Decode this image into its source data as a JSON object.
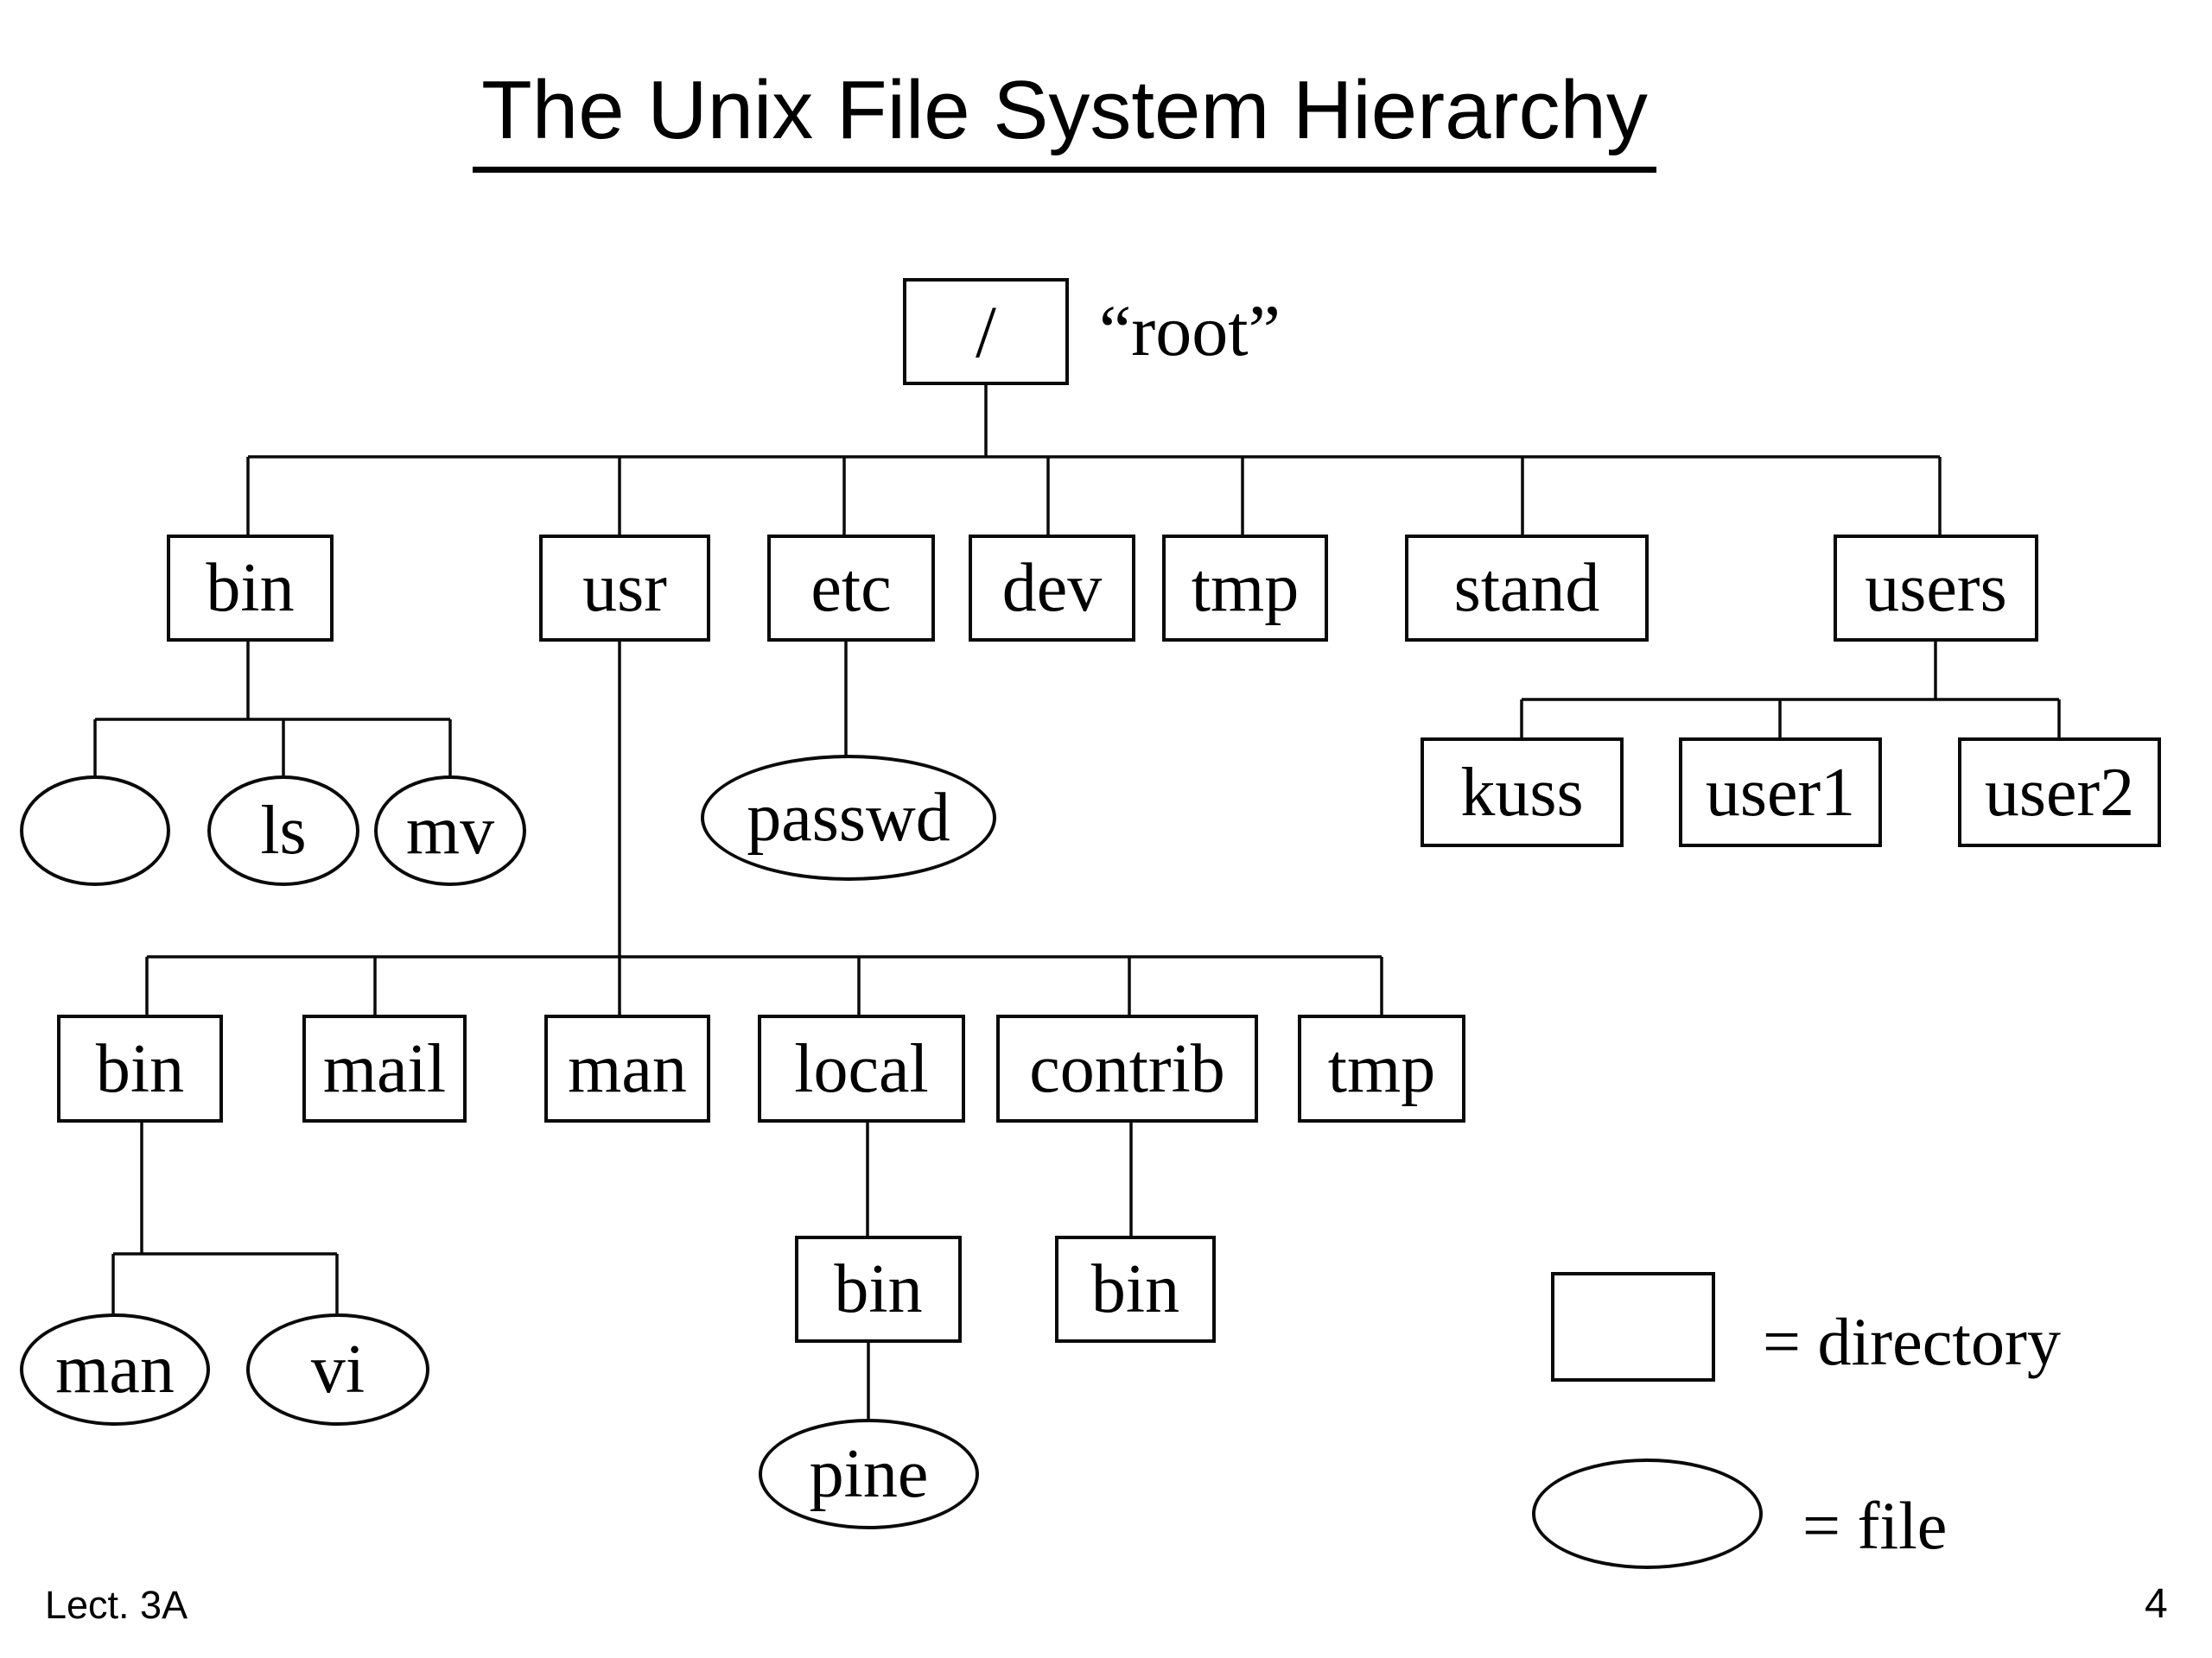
{
  "slide": {
    "title": "The Unix File System Hierarchy",
    "footer": {
      "lecture": "Lect. 3A",
      "page": "4"
    }
  },
  "tree": {
    "root": {
      "label": "/",
      "annotation": "“root”"
    },
    "level1": {
      "bin": "bin",
      "usr": "usr",
      "etc": "etc",
      "dev": "dev",
      "tmp": "tmp",
      "stand": "stand",
      "users": "users"
    },
    "bin_files": {
      "blank": "",
      "ls": "ls",
      "mv": "mv"
    },
    "etc_files": {
      "passwd": "passwd"
    },
    "users_dirs": {
      "kuss": "kuss",
      "user1": "user1",
      "user2": "user2"
    },
    "usr_dirs": {
      "bin": "bin",
      "mail": "mail",
      "man": "man",
      "local": "local",
      "contrib": "contrib",
      "tmp": "tmp"
    },
    "usr_bin_files": {
      "man": "man",
      "vi": "vi"
    },
    "local_dirs": {
      "bin": "bin"
    },
    "contrib_dirs": {
      "bin": "bin"
    },
    "local_bin_files": {
      "pine": "pine"
    }
  },
  "legend": {
    "directory": "= directory",
    "file": "= file"
  }
}
